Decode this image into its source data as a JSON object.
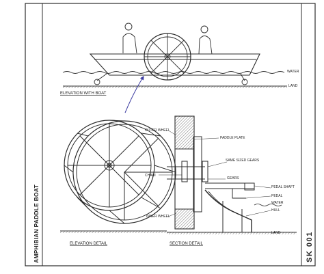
{
  "sheet": {
    "side_title": "AMPHIBIAN PADDLE BOAT",
    "sheet_code": "SK 001"
  },
  "elevation_with_boat": {
    "title": "ELEVATION WITH BOAT",
    "water_label": "WATER",
    "land_label": "LAND"
  },
  "elevation_detail": {
    "title": "ELEVATION DETAIL"
  },
  "section_detail": {
    "title": "SECTION DETAIL",
    "labels": {
      "outer_wheel": "OUTER WHEEL",
      "paddle_plate": "PADDLE PLATE",
      "same_sized_gears": "SAME SIZED GEARS",
      "chain": "CHAIN",
      "gears": "GEARS",
      "pedal_shaft": "PEDAL SHAFT",
      "pedal": "PEDAL",
      "water": "WATER",
      "hull": "HULL",
      "inner_wheel": "INNER WHEEL",
      "land": "LAND"
    }
  },
  "colors": {
    "ink": "#2b2b2b",
    "accent_arrow": "#3a3aa0",
    "hatch": "#555555"
  }
}
